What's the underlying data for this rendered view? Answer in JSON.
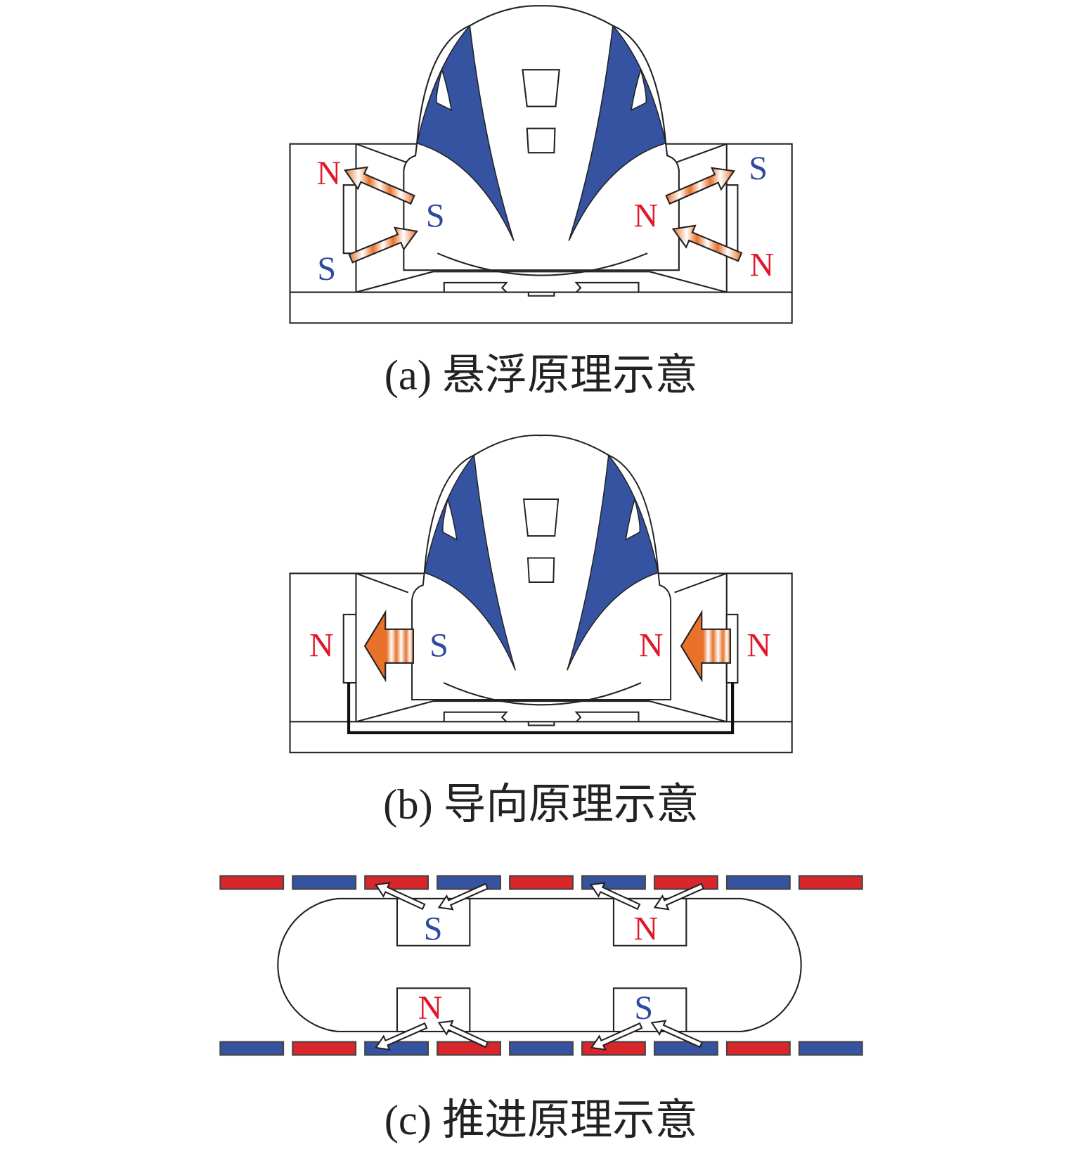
{
  "colors": {
    "north": "#e0182a",
    "south": "#2e4a9e",
    "train_stripe": "#3553a0",
    "rail_red": "#d9262a",
    "rail_blue": "#3553a0",
    "arrow": "#e8722a"
  },
  "panel_a": {
    "caption": "(a) 悬浮原理示意",
    "labels": {
      "left_top": "N",
      "left_train": "S",
      "left_bottom": "S",
      "right_top": "S",
      "right_train": "N",
      "right_bottom": "N"
    }
  },
  "panel_b": {
    "caption": "(b) 导向原理示意",
    "labels": {
      "left_wall": "N",
      "left_train": "S",
      "right_train": "N",
      "right_wall": "N"
    }
  },
  "panel_c": {
    "caption": "(c) 推进原理示意",
    "top_rail_poles": [
      "N",
      "S",
      "N",
      "S",
      "N",
      "S",
      "N",
      "S",
      "N"
    ],
    "bottom_rail_poles": [
      "S",
      "N",
      "S",
      "N",
      "S",
      "N",
      "S",
      "N",
      "S"
    ],
    "labels": {
      "top_left": "S",
      "top_right": "N",
      "bottom_left": "N",
      "bottom_right": "S"
    }
  }
}
